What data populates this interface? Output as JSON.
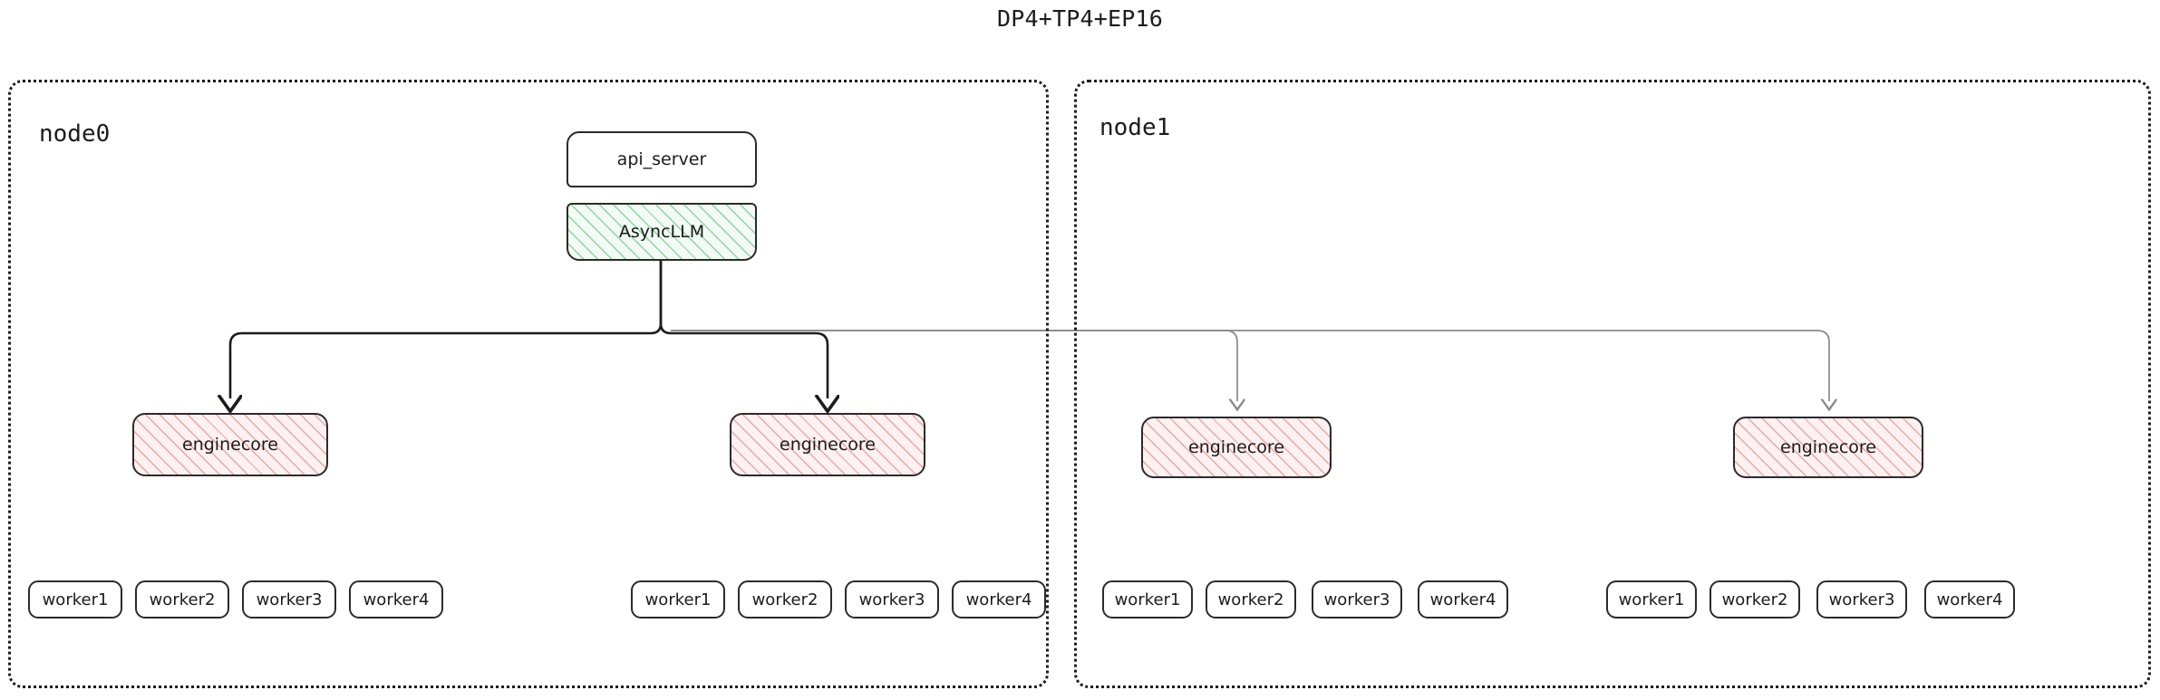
{
  "title": "DP4+TP4+EP16",
  "colors": {
    "outline": "#2b2b2b",
    "container_border": "#1c1c1c",
    "asyncllm_hatch": "#3cb464",
    "asyncllm_fill": "#f2fbf4",
    "enginecore_hatch": "#e27878",
    "enginecore_fill": "#fdf1f1",
    "arrow_primary": "#1c1c1c",
    "arrow_secondary": "#8a8a8a",
    "background": "#ffffff"
  },
  "nodes": [
    {
      "id": "node0",
      "label": "node0",
      "api_server": {
        "label": "api_server"
      },
      "async_llm": {
        "label": "AsyncLLM"
      },
      "enginecores": [
        {
          "label": "enginecore",
          "workers": [
            {
              "label": "worker1"
            },
            {
              "label": "worker2"
            },
            {
              "label": "worker3"
            },
            {
              "label": "worker4"
            }
          ]
        },
        {
          "label": "enginecore",
          "workers": [
            {
              "label": "worker1"
            },
            {
              "label": "worker2"
            },
            {
              "label": "worker3"
            },
            {
              "label": "worker4"
            }
          ]
        }
      ]
    },
    {
      "id": "node1",
      "label": "node1",
      "enginecores": [
        {
          "label": "enginecore",
          "workers": [
            {
              "label": "worker1"
            },
            {
              "label": "worker2"
            },
            {
              "label": "worker3"
            },
            {
              "label": "worker4"
            }
          ]
        },
        {
          "label": "enginecore",
          "workers": [
            {
              "label": "worker1"
            },
            {
              "label": "worker2"
            },
            {
              "label": "worker3"
            },
            {
              "label": "worker4"
            }
          ]
        }
      ]
    }
  ]
}
